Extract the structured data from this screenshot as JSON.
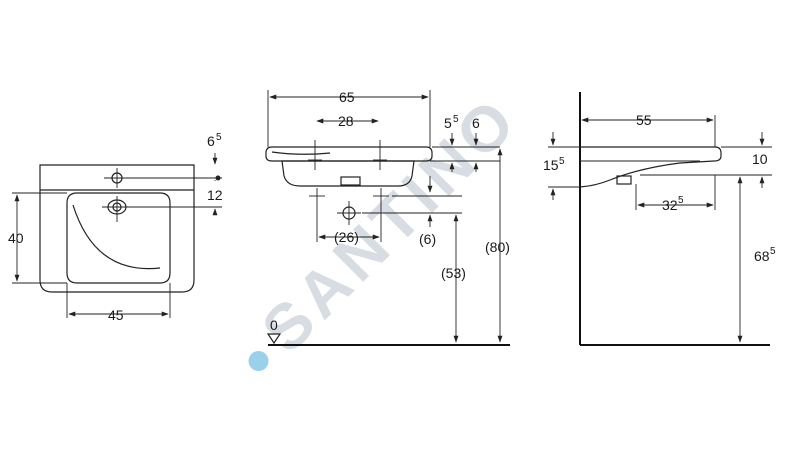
{
  "colors": {
    "line": "#222222",
    "background": "#ffffff",
    "watermark": "#d8dde3",
    "watermark_drop": "#9ad0ea"
  },
  "watermark": {
    "text": "SANTINO"
  },
  "front_view": {
    "labels": {
      "d65_main": "6",
      "d65_sup": "5",
      "d12": "12",
      "d40": "40",
      "d45": "45"
    }
  },
  "side_view": {
    "labels": {
      "d65": "65",
      "d28": "28",
      "d55_main": "5",
      "d55_sup": "5",
      "d6": "6",
      "d26": "(26)",
      "d6b": "(6)",
      "d53": "(53)",
      "d80": "(80)",
      "zero": "0"
    }
  },
  "profile_view": {
    "labels": {
      "d55": "55",
      "d155_main": "15",
      "d155_sup": "5",
      "d10": "10",
      "d325_main": "32",
      "d325_sup": "5",
      "d685_main": "68",
      "d685_sup": "5"
    }
  }
}
